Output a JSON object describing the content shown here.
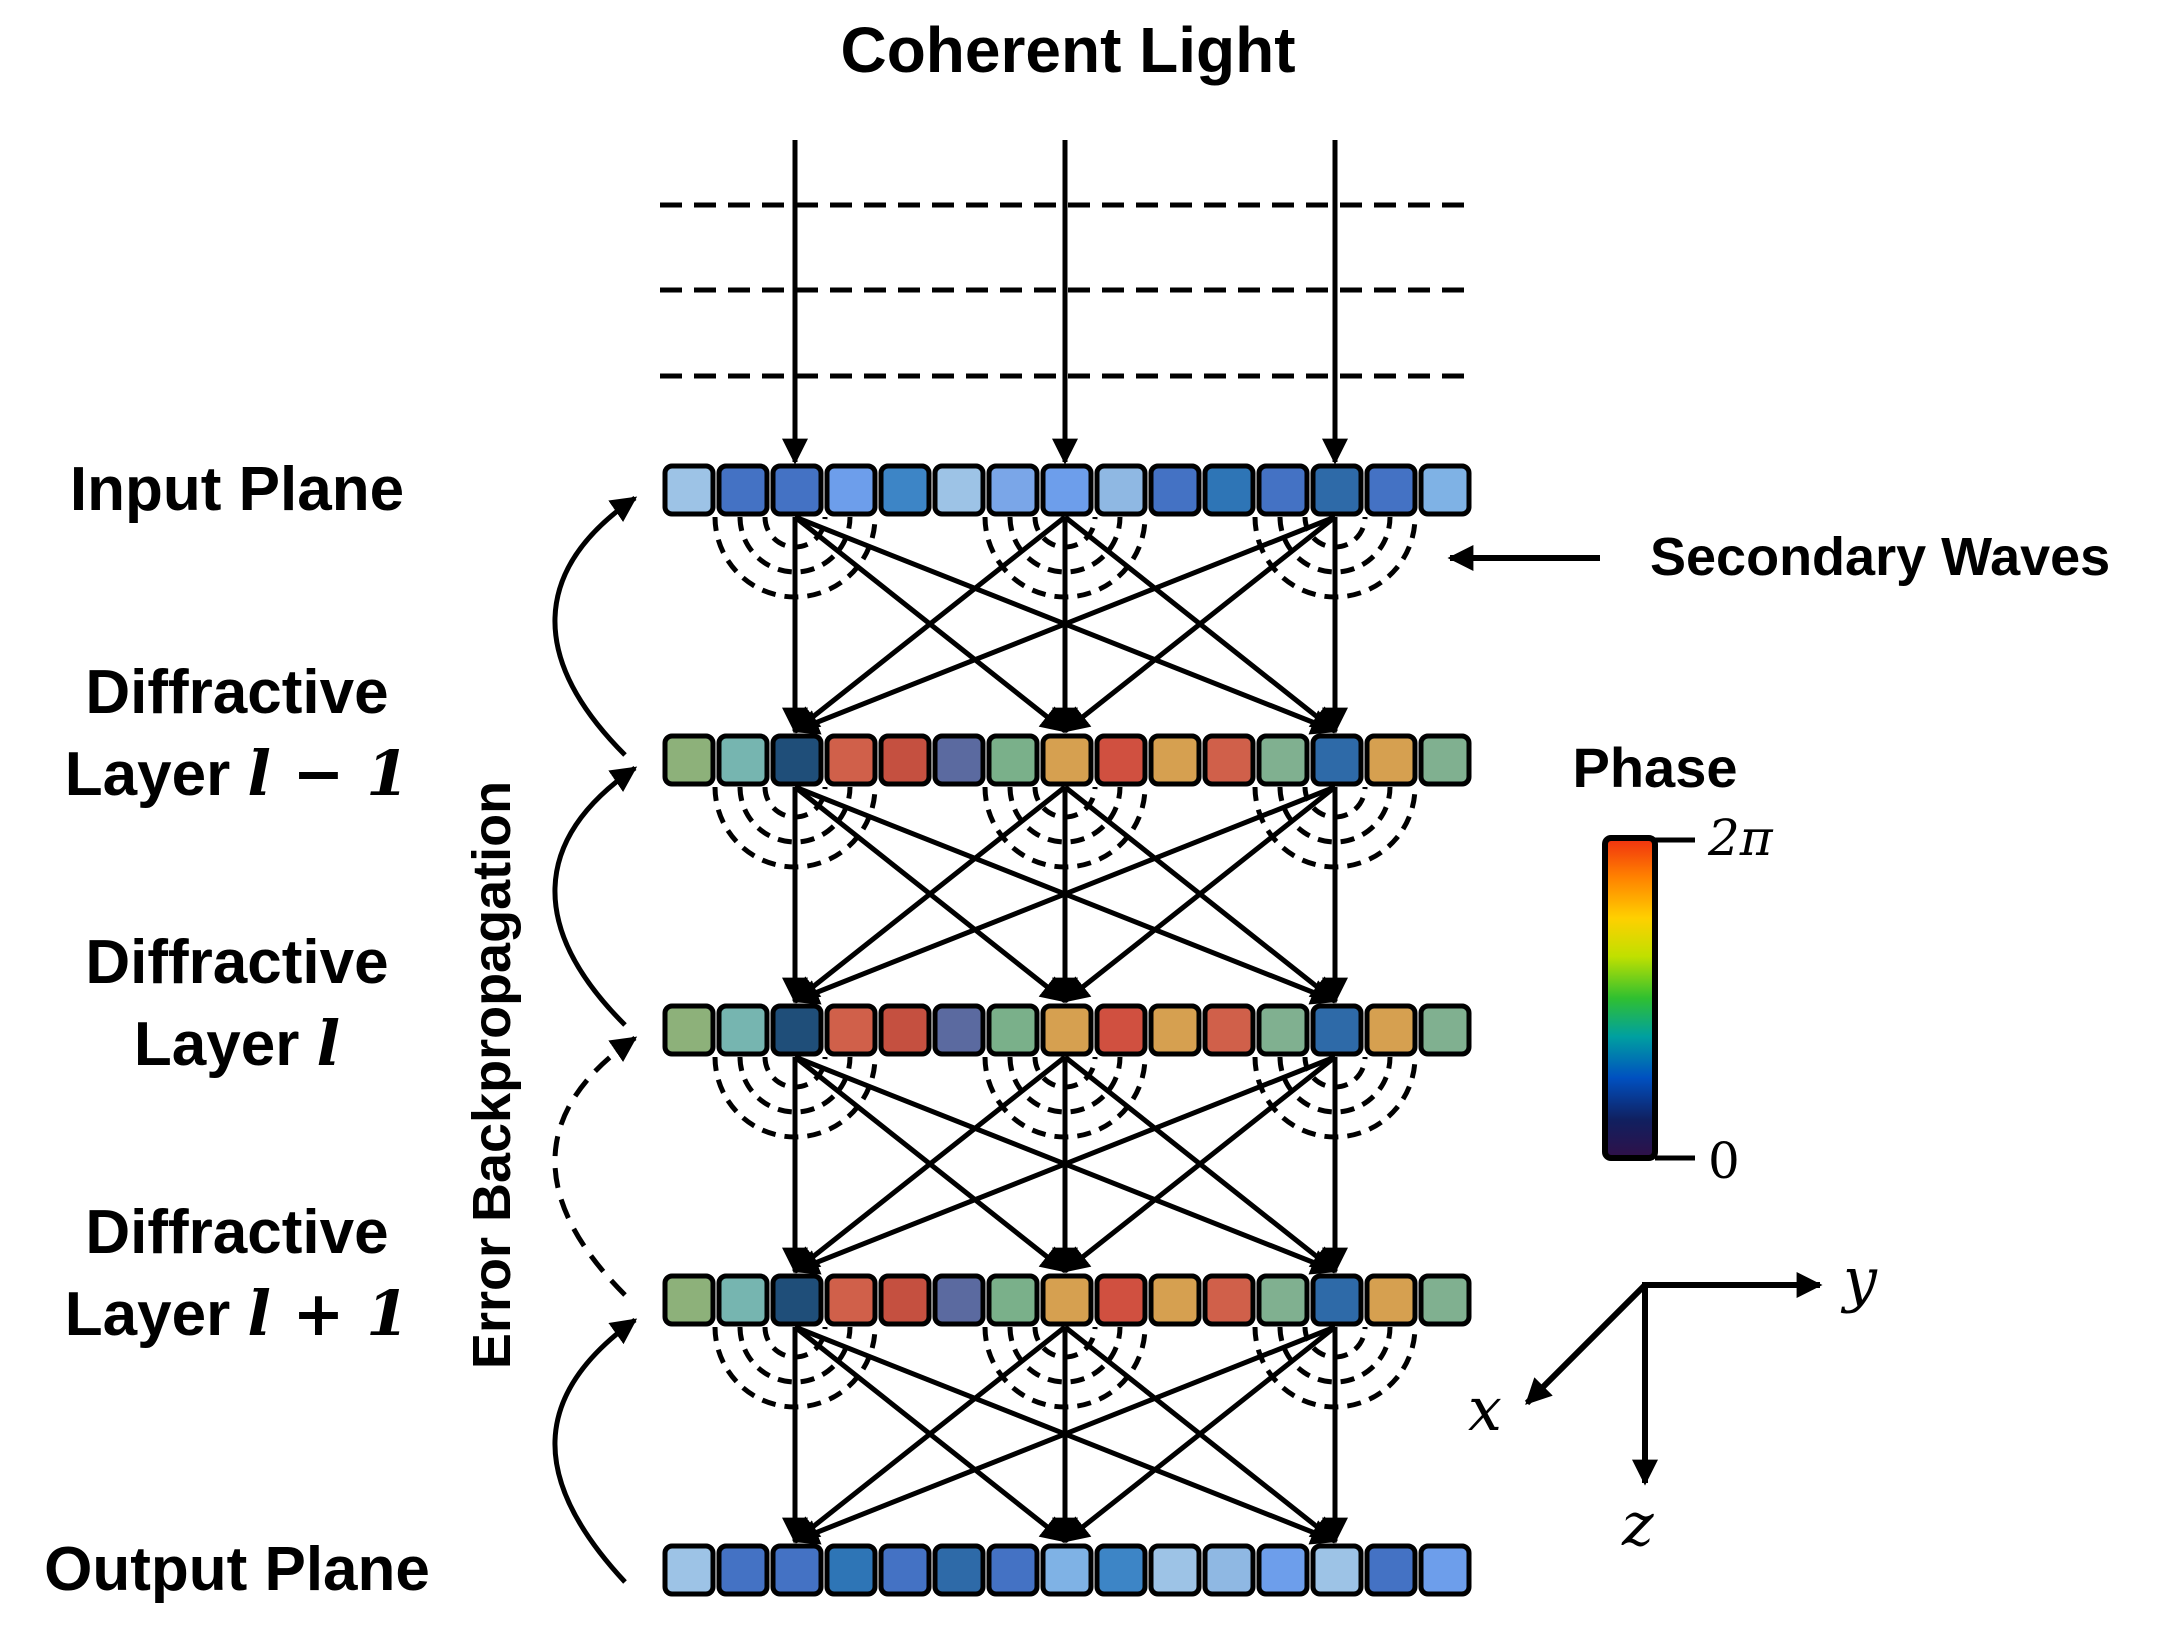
{
  "title": "Coherent Light",
  "secondary_waves_label": "Secondary Waves",
  "backprop_label": "Error Backpropagation",
  "layers": [
    {
      "id": "input",
      "label_lines": [
        "Input Plane"
      ],
      "math": "",
      "colors": [
        "#9dc3e6",
        "#4472c4",
        "#4472c4",
        "#6d9eeb",
        "#3d85c6",
        "#9dc3e6",
        "#7aa6e8",
        "#6d9eeb",
        "#8fb8e3",
        "#4472c4",
        "#2e75b6",
        "#4472c4",
        "#2e6aa8",
        "#4472c4",
        "#7fb2e5"
      ]
    },
    {
      "id": "layer-l-minus-1",
      "label_lines": [
        "Diffractive",
        "Layer "
      ],
      "math": "l − 1",
      "colors": [
        "#8db17a",
        "#76b5b0",
        "#1f4e79",
        "#d0604a",
        "#c55040",
        "#5b6aa0",
        "#7ab08a",
        "#d6a050",
        "#d05040",
        "#d6a050",
        "#d0604a",
        "#80b090",
        "#2e6aa8",
        "#d6a050",
        "#80b090"
      ]
    },
    {
      "id": "layer-l",
      "label_lines": [
        "Diffractive",
        "Layer "
      ],
      "math": "l",
      "colors": [
        "#8db17a",
        "#76b5b0",
        "#1f4e79",
        "#d0604a",
        "#c55040",
        "#5b6aa0",
        "#7ab08a",
        "#d6a050",
        "#d05040",
        "#d6a050",
        "#d0604a",
        "#80b090",
        "#2e6aa8",
        "#d6a050",
        "#80b090"
      ]
    },
    {
      "id": "layer-l-plus-1",
      "label_lines": [
        "Diffractive",
        "Layer "
      ],
      "math": "l + 1",
      "colors": [
        "#8db17a",
        "#76b5b0",
        "#1f4e79",
        "#d0604a",
        "#c55040",
        "#5b6aa0",
        "#7ab08a",
        "#d6a050",
        "#d05040",
        "#d6a050",
        "#d0604a",
        "#80b090",
        "#2e6aa8",
        "#d6a050",
        "#80b090"
      ]
    },
    {
      "id": "output",
      "label_lines": [
        "Output Plane"
      ],
      "math": "",
      "colors": [
        "#9dc3e6",
        "#4472c4",
        "#4472c4",
        "#2e75b6",
        "#4472c4",
        "#2e6aa8",
        "#4472c4",
        "#7fb2e5",
        "#3d85c6",
        "#9dc3e6",
        "#8fb8e3",
        "#6d9eeb",
        "#9dc3e6",
        "#4472c4",
        "#6d9eeb"
      ]
    }
  ],
  "colorbar": {
    "title": "Phase",
    "max_label": "2π",
    "min_label": "0",
    "stops": [
      "#f03010",
      "#ff8000",
      "#ffd000",
      "#c0e000",
      "#30c030",
      "#00a0a0",
      "#0050c0",
      "#102060",
      "#301048"
    ]
  },
  "axes": {
    "y": "y",
    "x": "x",
    "z": "z"
  }
}
